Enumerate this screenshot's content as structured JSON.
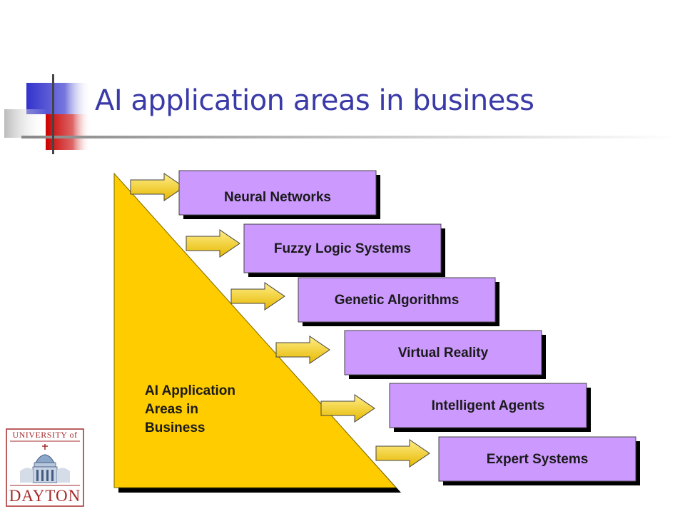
{
  "slide": {
    "title": "AI application areas in business"
  },
  "diagram": {
    "base_label_lines": [
      "AI Application",
      "Areas in",
      "Business"
    ],
    "areas": [
      {
        "label": "Neural Networks"
      },
      {
        "label": "Fuzzy Logic Systems"
      },
      {
        "label": "Genetic Algorithms"
      },
      {
        "label": "Virtual Reality"
      },
      {
        "label": "Intelligent Agents"
      },
      {
        "label": "Expert Systems"
      }
    ]
  },
  "logo": {
    "line1": "UNIVERSITY of",
    "line2": "DAYTON"
  },
  "colors": {
    "title": "#3a3aa8",
    "triangle": "#ffcc00",
    "box": "#cc99ff",
    "arrow": "#ffcc00",
    "deco_blue": "#3333cc",
    "deco_red": "#cc0000",
    "logo": "#a52a2a"
  }
}
